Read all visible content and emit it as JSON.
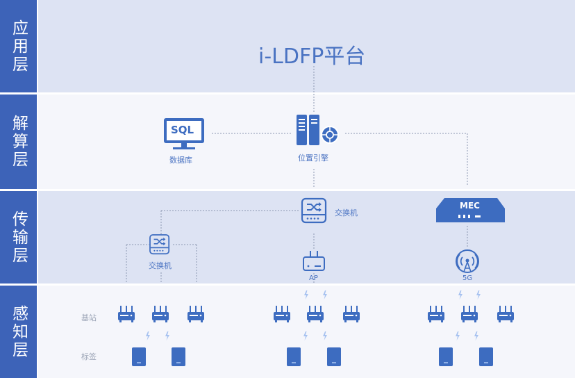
{
  "layers": [
    "应用层",
    "解算层",
    "传输层",
    "感知层"
  ],
  "platform_title": "i-LDFP平台",
  "nodes": {
    "database": "数据库",
    "sql_screen": "SQL",
    "engine": "位置引擎",
    "switch_main": "交换机",
    "switch_left": "交换机",
    "mec": "MEC",
    "ap": "AP",
    "fiveg": "5G"
  },
  "sense_labels": {
    "base_station": "基站",
    "tag": "标签"
  },
  "colors": {
    "blue": "#3d6cc0",
    "layer_label": "#3d63b8",
    "band_dark": "#dde3f3",
    "band_light": "#f5f6fb"
  }
}
